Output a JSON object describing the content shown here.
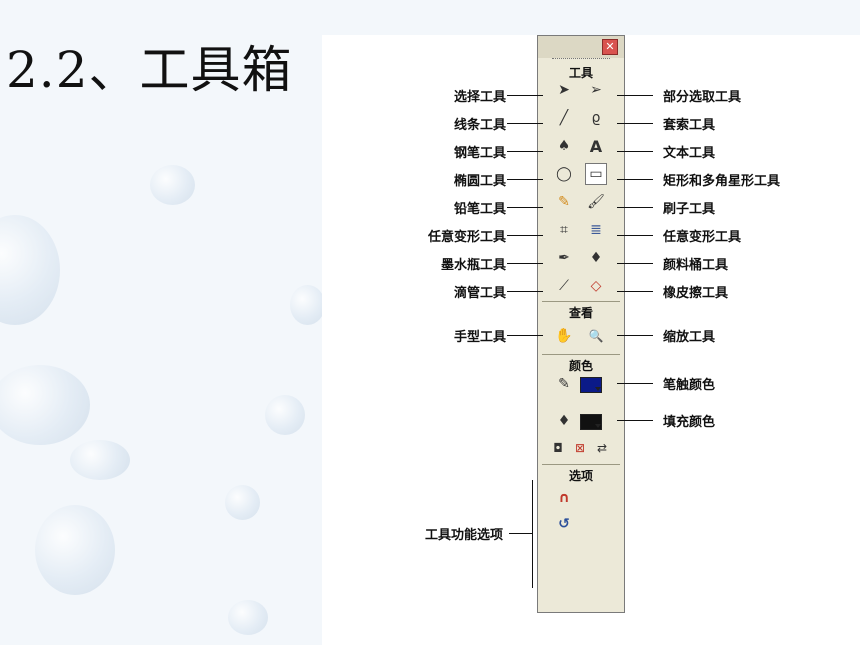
{
  "title": "2.2、工具箱",
  "toolbox": {
    "sections": {
      "tools": "工具",
      "view": "查看",
      "colors": "颜色",
      "options": "选项"
    }
  },
  "labels": {
    "left": [
      "选择工具",
      "线条工具",
      "钢笔工具",
      "椭圆工具",
      "铅笔工具",
      "任意变形工具",
      "墨水瓶工具",
      "滴管工具",
      "手型工具"
    ],
    "right": [
      "部分选取工具",
      "套索工具",
      "文本工具",
      "矩形和多角星形工具",
      "刷子工具",
      "任意变形工具",
      "颜料桶工具",
      "橡皮擦工具",
      "缩放工具"
    ],
    "stroke_color": "笔触颜色",
    "fill_color": "填充颜色",
    "tool_options": "工具功能选项"
  },
  "icons": {
    "close": "✕",
    "arrow": "➤",
    "subselect": "➢",
    "line": "╱",
    "lasso": "ϱ",
    "pen": "♠",
    "text": "A",
    "oval": "◯",
    "rect": "▭",
    "pencil": "✎",
    "brush": "🖌",
    "transform": "⌗",
    "gradient": "≣",
    "ink": "✒",
    "bucket": "♦",
    "dropper": "⟋",
    "eraser": "◇",
    "hand": "✋",
    "zoom": "🔍",
    "stroke_pen": "✎",
    "fill_bucket": "♦",
    "swap1": "◘",
    "swap2": "⊠",
    "swap3": "⇄",
    "magnet": "∩",
    "smooth": "↺"
  },
  "colors": {
    "stroke": "#0b1a88",
    "fill": "#111111",
    "panel": "#ece9d8"
  }
}
